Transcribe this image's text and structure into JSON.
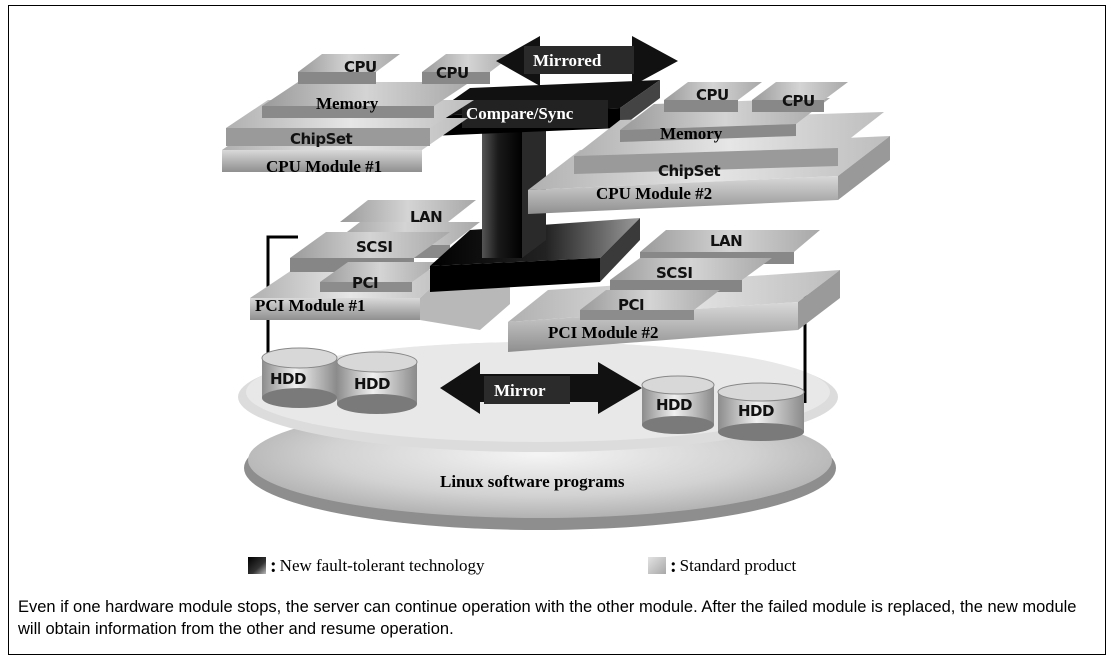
{
  "diagram": {
    "mirrored_label": "Mirrored",
    "compare_sync_label": "Compare/Sync",
    "mirror_label": "Mirror",
    "cpu_module_1": {
      "title": "CPU Module #1",
      "cpu_a": "CPU",
      "cpu_b": "CPU",
      "memory": "Memory",
      "chipset": "ChipSet"
    },
    "cpu_module_2": {
      "title": "CPU Module #2",
      "cpu_a": "CPU",
      "cpu_b": "CPU",
      "memory": "Memory",
      "chipset": "ChipSet"
    },
    "pci_module_1": {
      "title": "PCI Module #1",
      "lan": "LAN",
      "scsi": "SCSI",
      "pci": "PCI"
    },
    "pci_module_2": {
      "title": "PCI Module #2",
      "lan": "LAN",
      "scsi": "SCSI",
      "pci": "PCI"
    },
    "hdd_labels": [
      "HDD",
      "HDD",
      "HDD",
      "HDD"
    ],
    "base_label": "Linux software programs"
  },
  "legend": {
    "new_tech": "New fault-tolerant technology",
    "standard": "Standard product",
    "separator": ":",
    "colors": {
      "new_tech_dark": "#111111",
      "standard_gray": "#c8c8c8"
    }
  },
  "caption": "Even if one hardware module stops, the server can continue operation with the other module. After the failed module is replaced, the new module will obtain information from the other and resume operation."
}
